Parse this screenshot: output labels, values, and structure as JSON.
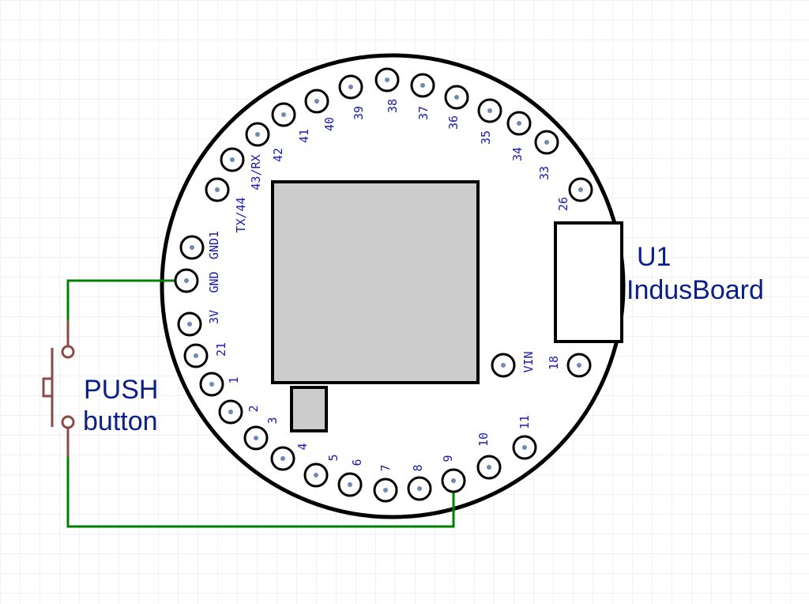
{
  "colors": {
    "background": "#ffffff",
    "grid": "#e6e6e6",
    "outline": "#000000",
    "chip_fill": "#cccccc",
    "pin_label": "#1a1ab4",
    "pin_dot": "#6e8ab8",
    "wire": "#008000",
    "button": "#8b4a45",
    "title_text": "#0b1f8a"
  },
  "board": {
    "designator": "U1",
    "name": "IndusBoard"
  },
  "push_button": {
    "line1": "PUSH",
    "line2": "button"
  },
  "pins": [
    {
      "id": "GND1",
      "label": "GND1"
    },
    {
      "id": "GND",
      "label": "GND"
    },
    {
      "id": "3V",
      "label": "3V"
    },
    {
      "id": "21",
      "label": "21"
    },
    {
      "id": "1",
      "label": "1"
    },
    {
      "id": "2",
      "label": "2"
    },
    {
      "id": "3",
      "label": "3"
    },
    {
      "id": "4",
      "label": "4"
    },
    {
      "id": "5",
      "label": "5"
    },
    {
      "id": "6",
      "label": "6"
    },
    {
      "id": "7",
      "label": "7"
    },
    {
      "id": "8",
      "label": "8"
    },
    {
      "id": "9",
      "label": "9"
    },
    {
      "id": "10",
      "label": "10"
    },
    {
      "id": "11",
      "label": "11"
    },
    {
      "id": "TX44",
      "label": "TX/44"
    },
    {
      "id": "43RX",
      "label": "43/RX"
    },
    {
      "id": "42",
      "label": "42"
    },
    {
      "id": "41",
      "label": "41"
    },
    {
      "id": "40",
      "label": "40"
    },
    {
      "id": "39",
      "label": "39"
    },
    {
      "id": "38",
      "label": "38"
    },
    {
      "id": "37",
      "label": "37"
    },
    {
      "id": "36",
      "label": "36"
    },
    {
      "id": "35",
      "label": "35"
    },
    {
      "id": "34",
      "label": "34"
    },
    {
      "id": "33",
      "label": "33"
    },
    {
      "id": "26",
      "label": "26"
    },
    {
      "id": "VIN",
      "label": "VIN"
    },
    {
      "id": "18",
      "label": "18"
    }
  ],
  "connections": [
    {
      "from": "GND",
      "to": "push_button"
    },
    {
      "from": "push_button",
      "to": "9"
    }
  ]
}
